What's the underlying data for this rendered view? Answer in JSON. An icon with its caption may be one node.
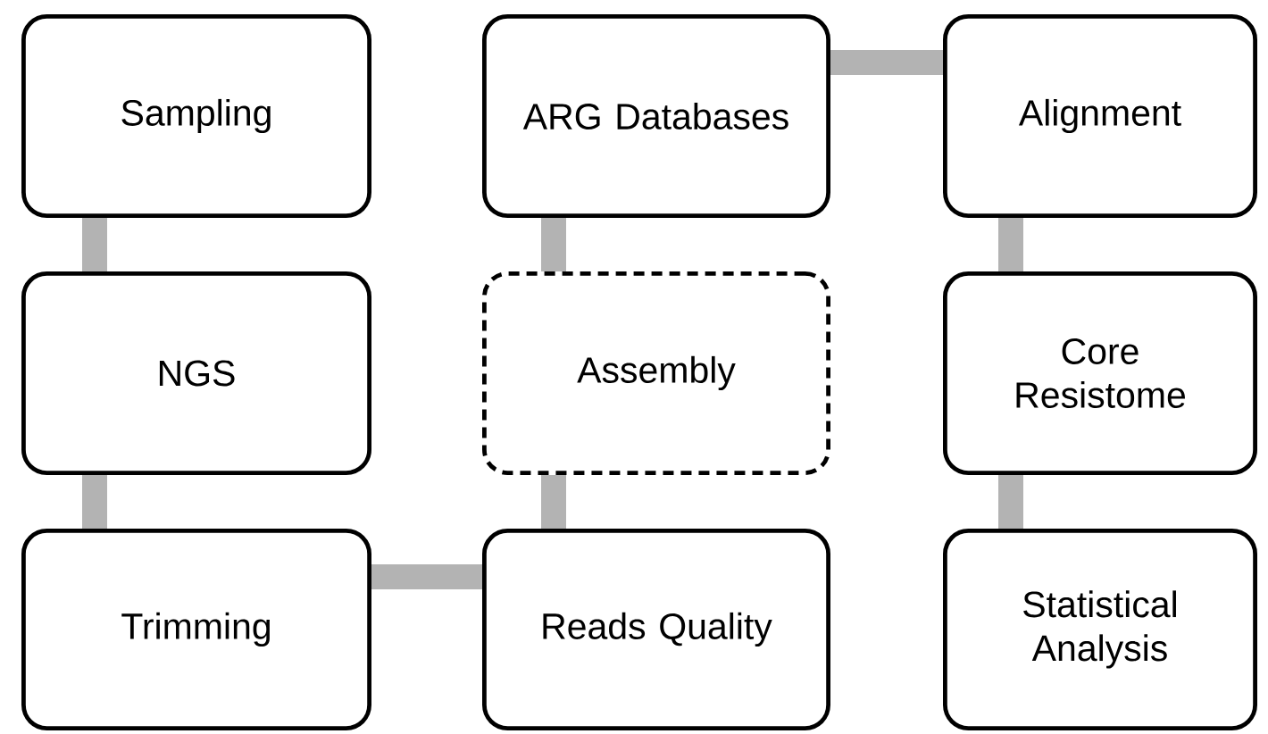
{
  "diagram": {
    "nodes": [
      {
        "text": [
          "Sampling"
        ]
      },
      {
        "text": [
          "ARG Databases"
        ]
      },
      {
        "text": [
          "Alignment"
        ]
      },
      {
        "text": [
          "NGS"
        ]
      },
      {
        "text": [
          "Assembly"
        ]
      },
      {
        "text": [
          "Core Resistome"
        ]
      },
      {
        "text": [
          "Trimming"
        ]
      },
      {
        "text": [
          "Reads Quality"
        ]
      },
      {
        "text": [
          "Statistical Analysis"
        ]
      }
    ],
    "edges": [
      {
        "from": 0,
        "to": 3,
        "arrow": "none"
      },
      {
        "from": 3,
        "to": 6,
        "arrow": "none"
      },
      {
        "from": 6,
        "to": 7,
        "arrow": "none"
      },
      {
        "from": 7,
        "to": 4,
        "arrow": "none"
      },
      {
        "from": 4,
        "to": 1,
        "arrow": "none"
      },
      {
        "from": 1,
        "to": 2,
        "arrow": "none"
      },
      {
        "from": 2,
        "to": 5,
        "arrow": "none"
      },
      {
        "from": 5,
        "to": 8,
        "arrow": "none"
      }
    ]
  }
}
